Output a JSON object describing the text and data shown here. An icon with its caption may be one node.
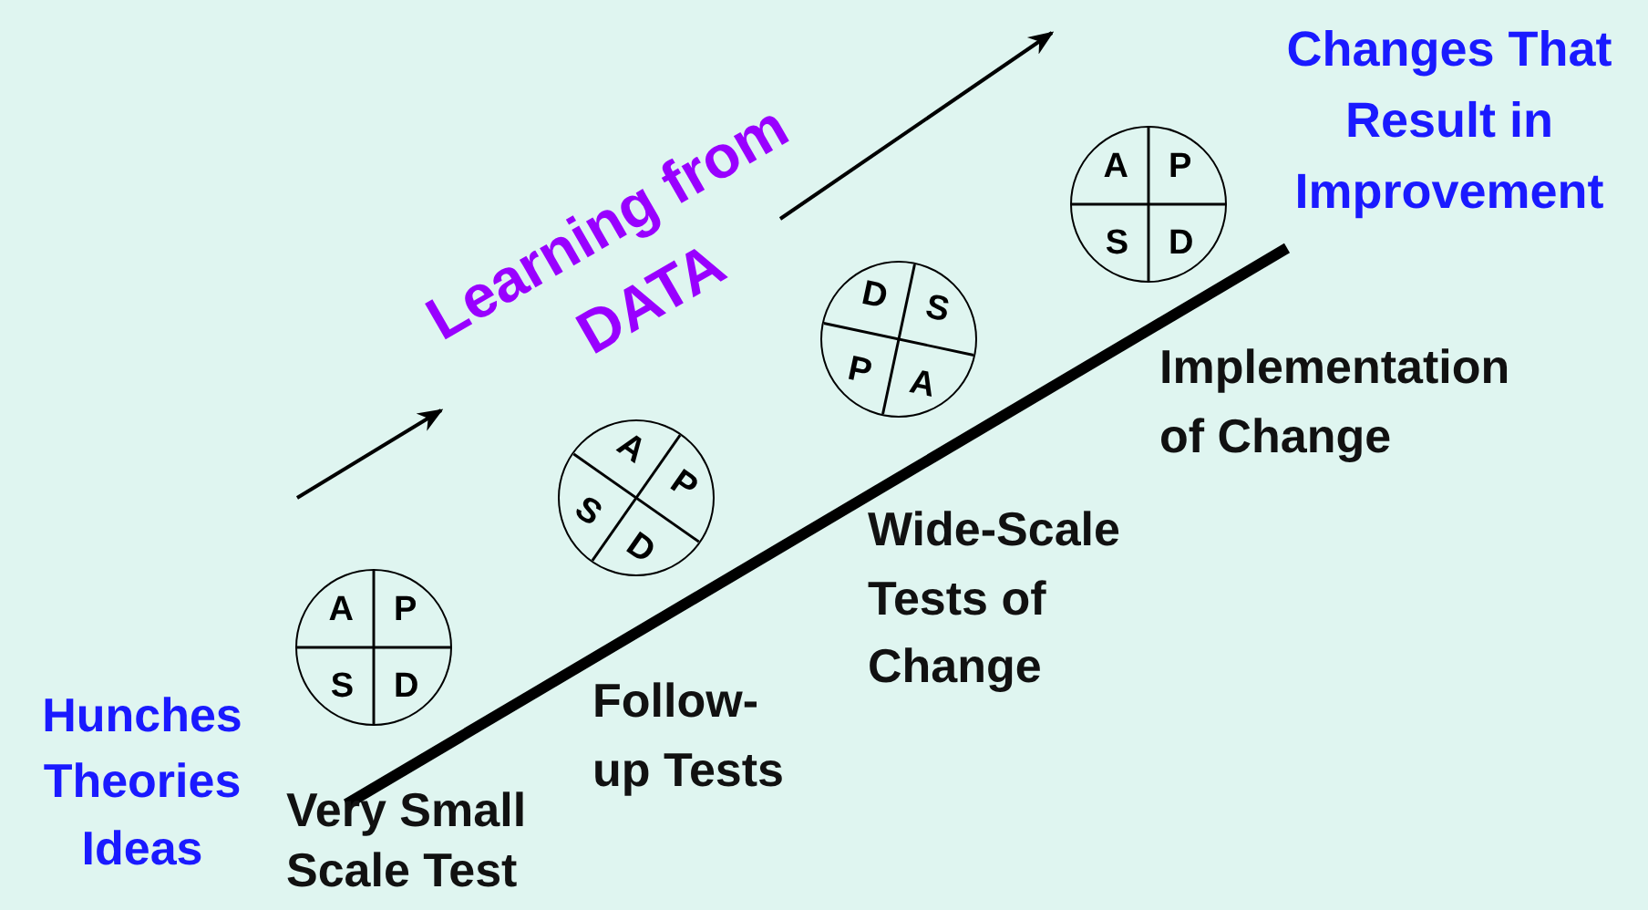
{
  "diagram": {
    "nodes": [
      {
        "text": [
          "A",
          "P",
          "S",
          "D"
        ]
      },
      {
        "text": [
          "A",
          "P",
          "S",
          "D"
        ]
      },
      {
        "text": [
          "D",
          "S",
          "P",
          "A"
        ]
      },
      {
        "text": [
          "A",
          "P",
          "S",
          "D"
        ]
      }
    ],
    "labels": [
      "Changes That Result in Improvement",
      "Learning from DATA",
      "Implementation of Change",
      "Wide-Scale Tests of Change",
      "Follow-up Tests",
      "Hunches Theories Ideas",
      "Very Small Scale Test"
    ]
  }
}
